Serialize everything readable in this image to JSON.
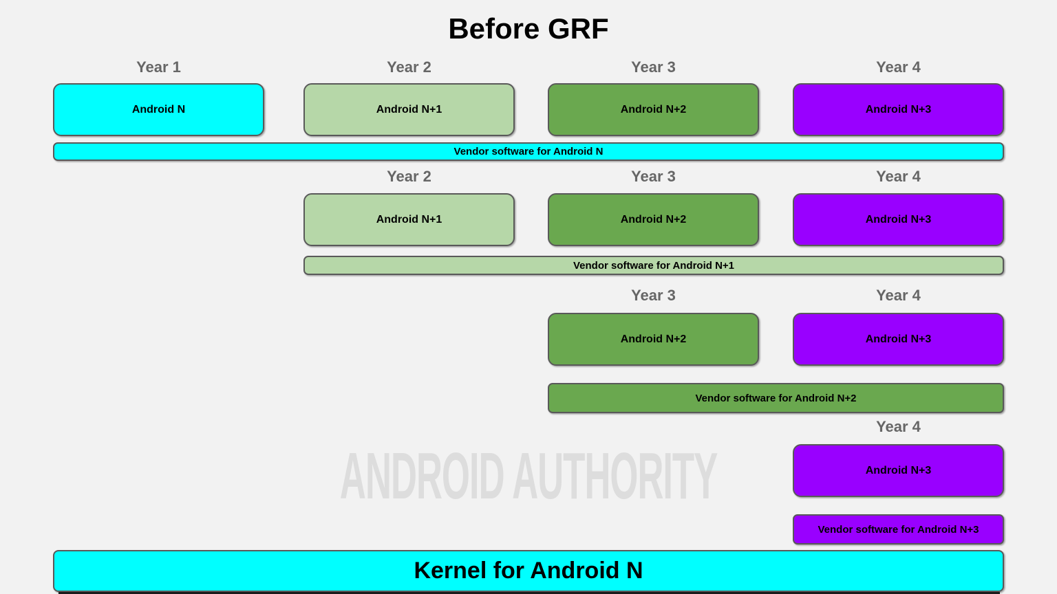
{
  "title": "Before GRF",
  "watermark": {
    "text": "ANDROID AUTHORITY"
  },
  "colors": {
    "background": "#F2F2F2",
    "cyan": "#00FFFF",
    "light_green": "#B6D7A8",
    "green": "#6AA84F",
    "purple": "#9900FF",
    "border": "#595959",
    "year_label": "#666666",
    "watermark": "#DDDDDD"
  },
  "rows": [
    {
      "years": [
        "Year 1",
        "Year 2",
        "Year 3",
        "Year 4"
      ],
      "boxes": [
        {
          "label": "Android N",
          "color": "#00FFFF"
        },
        {
          "label": "Android N+1",
          "color": "#B6D7A8"
        },
        {
          "label": "Android N+2",
          "color": "#6AA84F"
        },
        {
          "label": "Android N+3",
          "color": "#9900FF"
        }
      ],
      "vendor": {
        "label": "Vendor software for Android N",
        "color": "#00FFFF"
      }
    },
    {
      "years": [
        "Year 2",
        "Year 3",
        "Year 4"
      ],
      "boxes": [
        {
          "label": "Android N+1",
          "color": "#B6D7A8"
        },
        {
          "label": "Android N+2",
          "color": "#6AA84F"
        },
        {
          "label": "Android N+3",
          "color": "#9900FF"
        }
      ],
      "vendor": {
        "label": "Vendor software for Android N+1",
        "color": "#B6D7A8"
      }
    },
    {
      "years": [
        "Year 3",
        "Year 4"
      ],
      "boxes": [
        {
          "label": "Android N+2",
          "color": "#6AA84F"
        },
        {
          "label": "Android N+3",
          "color": "#9900FF"
        }
      ],
      "vendor": {
        "label": "Vendor software for Android N+2",
        "color": "#6AA84F"
      }
    },
    {
      "years": [
        "Year 4"
      ],
      "boxes": [
        {
          "label": "Android N+3",
          "color": "#9900FF"
        }
      ],
      "vendor": {
        "label": "Vendor software for Android N+3",
        "color": "#9900FF"
      }
    }
  ],
  "kernel": {
    "label": "Kernel for Android N",
    "color": "#00FFFF"
  }
}
